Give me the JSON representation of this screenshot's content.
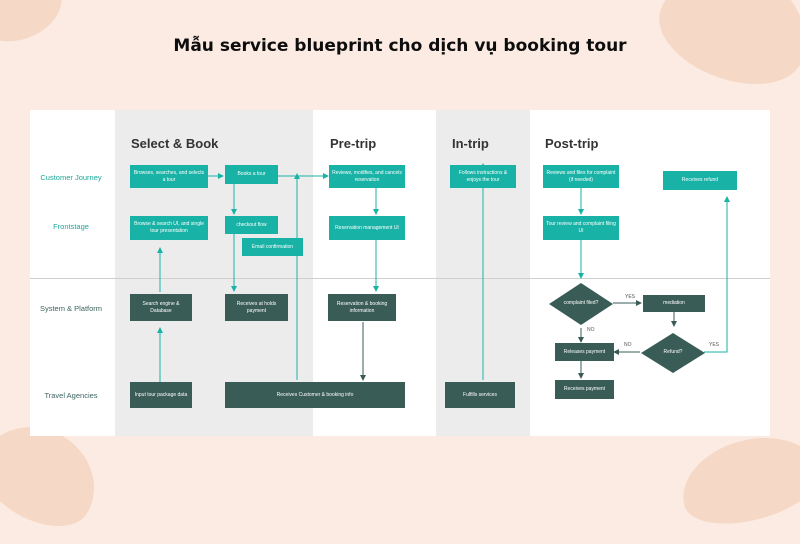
{
  "title": "Mẫu service blueprint cho dịch vụ booking tour",
  "phases": [
    "Select & Book",
    "Pre-trip",
    "In-trip",
    "Post-trip"
  ],
  "lanes": [
    "Customer Journey",
    "Frontstage",
    "System & Platform",
    "Travel Agencies"
  ],
  "boxes": {
    "browses": "Browses, searches, and selects a tour",
    "books": "Books a tour",
    "reviews_modifies": "Reviews, modifies, and cancels reservation",
    "follows": "Follows instructions & enjoys the tour",
    "reviews_files": "Reviews and files for complaint (if needed)",
    "receives_refund": "Receives refund",
    "browse_ui": "Browse & search UI, and single tour presentation",
    "checkout": "checkout flow",
    "email": "Email confirmation",
    "reservation_ui": "Reservation management UI",
    "tour_review_ui": "Tour review and complaint filing UI",
    "search_engine": "Search engine & Database",
    "holds_payment": "Receives at holds payment",
    "reservation_info": "Reservation & booking information",
    "mediation": "mediation",
    "releases_payment_1": "Releases payment",
    "input_tour": "Input tour package data",
    "receives_customer": "Receives Customer & booking info",
    "fulfills": "Fulfills services",
    "receives_payment": "Receives payment"
  },
  "decisions": {
    "complaint": "complaint filed?",
    "refund": "Refund?"
  },
  "branch_labels": {
    "yes": "YES",
    "no": "NO"
  }
}
